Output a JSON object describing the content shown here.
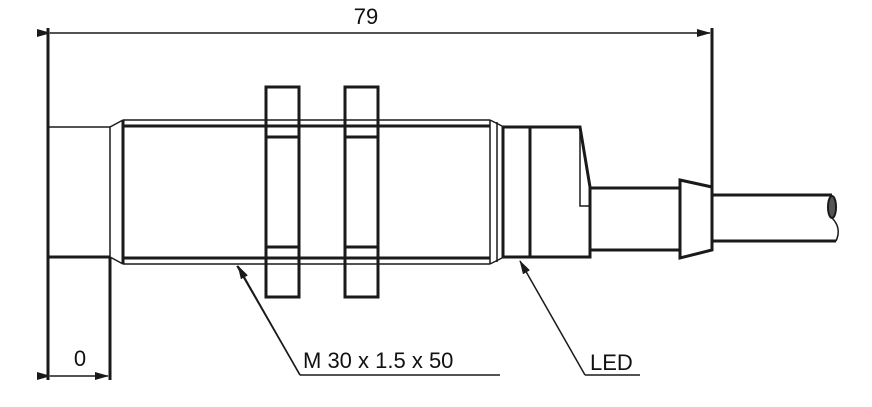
{
  "dimensions": {
    "overall_length": "79",
    "face_offset": "0"
  },
  "labels": {
    "thread": "M 30 x 1.5 x 50",
    "led": "LED"
  },
  "colors": {
    "line": "#1a1a1a",
    "background": "#ffffff"
  }
}
